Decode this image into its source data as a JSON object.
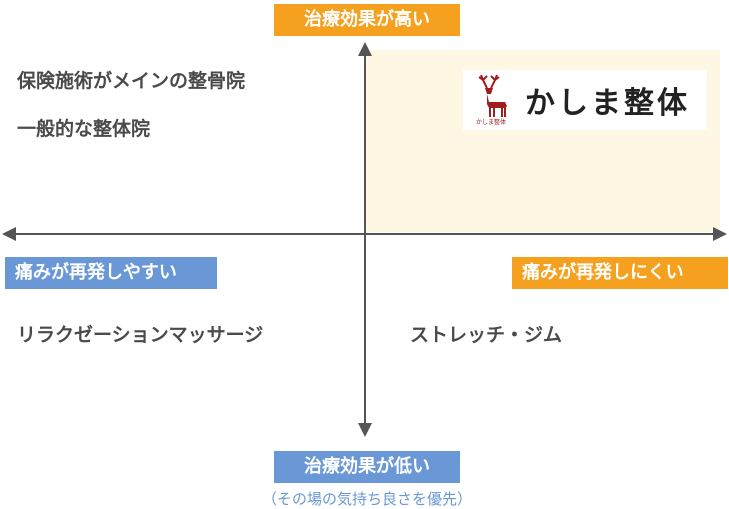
{
  "axis": {
    "top_label": "治療効果が高い",
    "bottom_label": "治療効果が低い",
    "bottom_note": "（その場の気持ち良さを優先）",
    "left_label": "痛みが再発しやすい",
    "right_label": "痛みが再発しにくい"
  },
  "quadrants": {
    "top_left_line1": "保険施術がメインの整骨院",
    "top_left_line2": "一般的な整体院",
    "top_right_logo_text": "かしま整体",
    "top_right_logo_small": "かしま整体",
    "bottom_left": "リラクゼーションマッサージ",
    "bottom_right": "ストレッチ・ジム"
  },
  "colors": {
    "high_accent": "#f5a01e",
    "low_accent": "#6a98d6",
    "highlight_fill": "#fdf7e4",
    "logo_red": "#a01e1e"
  }
}
